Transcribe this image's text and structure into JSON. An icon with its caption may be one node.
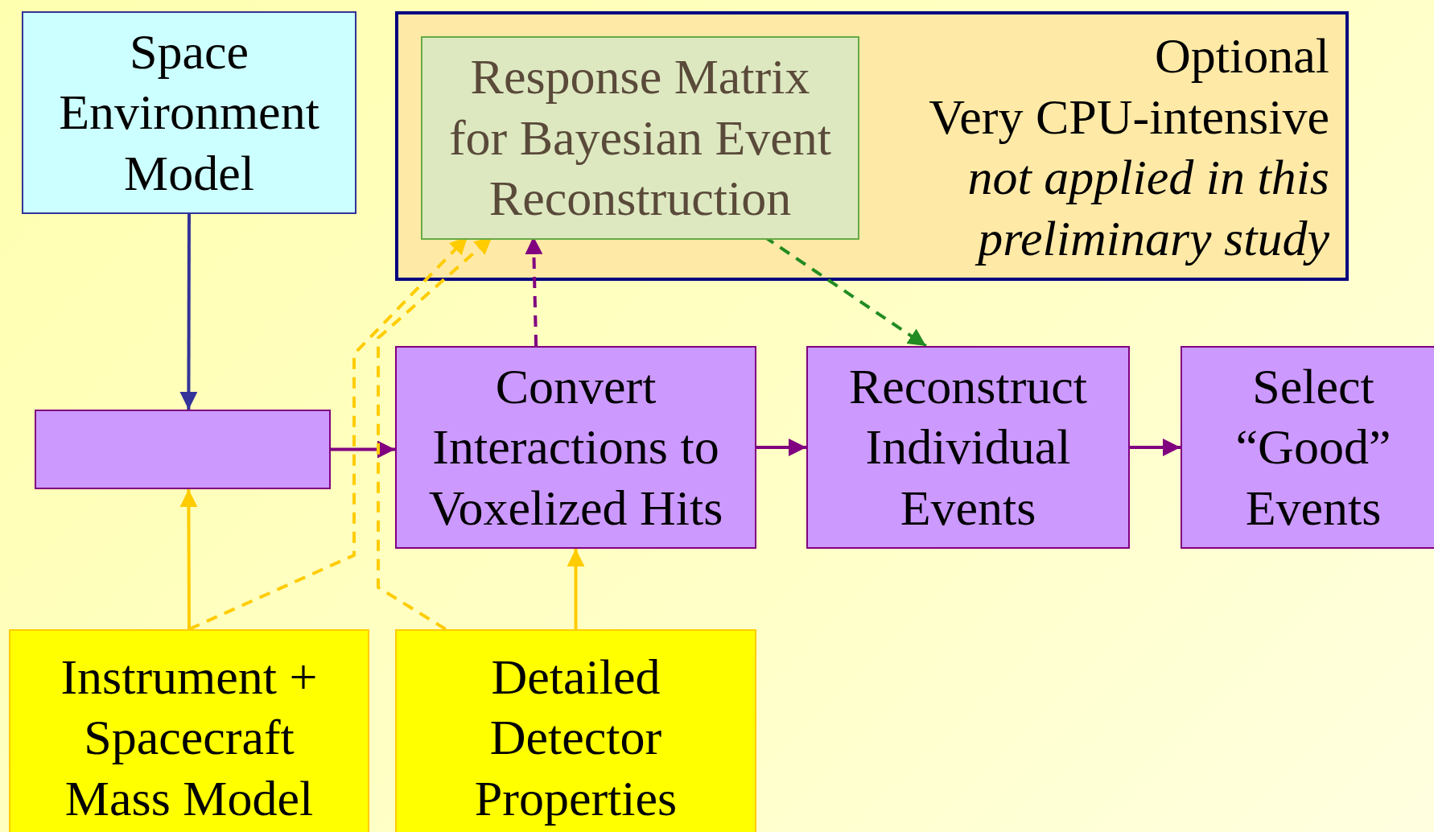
{
  "diagram": {
    "nodes": [
      {
        "text": [
          "Space Environment Model"
        ]
      },
      {
        "text": [
          "Optional",
          "Very CPU-intensive",
          "not applied in this preliminary study"
        ]
      },
      {
        "text": [
          "Response Matrix for Bayesian Event Reconstruction"
        ],
        "in": 1
      },
      {
        "text": [],
        "shape": "box"
      },
      {
        "text": [
          "Convert Interactions to Voxelized Hits"
        ]
      },
      {
        "text": [
          "Reconstruct Individual Events"
        ]
      },
      {
        "text": [
          "Select “Good” Events"
        ]
      },
      {
        "text": [
          "Instrument + Spacecraft Mass Model"
        ]
      },
      {
        "text": [
          "Detailed Detector Properties"
        ]
      }
    ],
    "edges": [
      {
        "from": 0,
        "to": 3,
        "arrow": "to",
        "color": "#333399"
      },
      {
        "from": 3,
        "to": 4,
        "arrow": "to"
      },
      {
        "from": 4,
        "to": 5,
        "arrow": "to"
      },
      {
        "from": 5,
        "to": 6,
        "arrow": "to"
      },
      {
        "from": 7,
        "to": 3,
        "arrow": "to",
        "color": "#ffcc00"
      },
      {
        "from": 8,
        "to": 4,
        "arrow": "to",
        "color": "#ffcc00"
      },
      {
        "from": 7,
        "to": 2,
        "arrow": "to",
        "style": "dashed",
        "color": "#ffcc00"
      },
      {
        "from": 8,
        "to": 2,
        "arrow": "to",
        "style": "dashed",
        "color": "#ffcc00"
      },
      {
        "from": 4,
        "to": 2,
        "arrow": "to",
        "style": "dashed"
      },
      {
        "from": 2,
        "to": 5,
        "arrow": "to",
        "style": "dashed",
        "color": "#228b22"
      }
    ]
  }
}
